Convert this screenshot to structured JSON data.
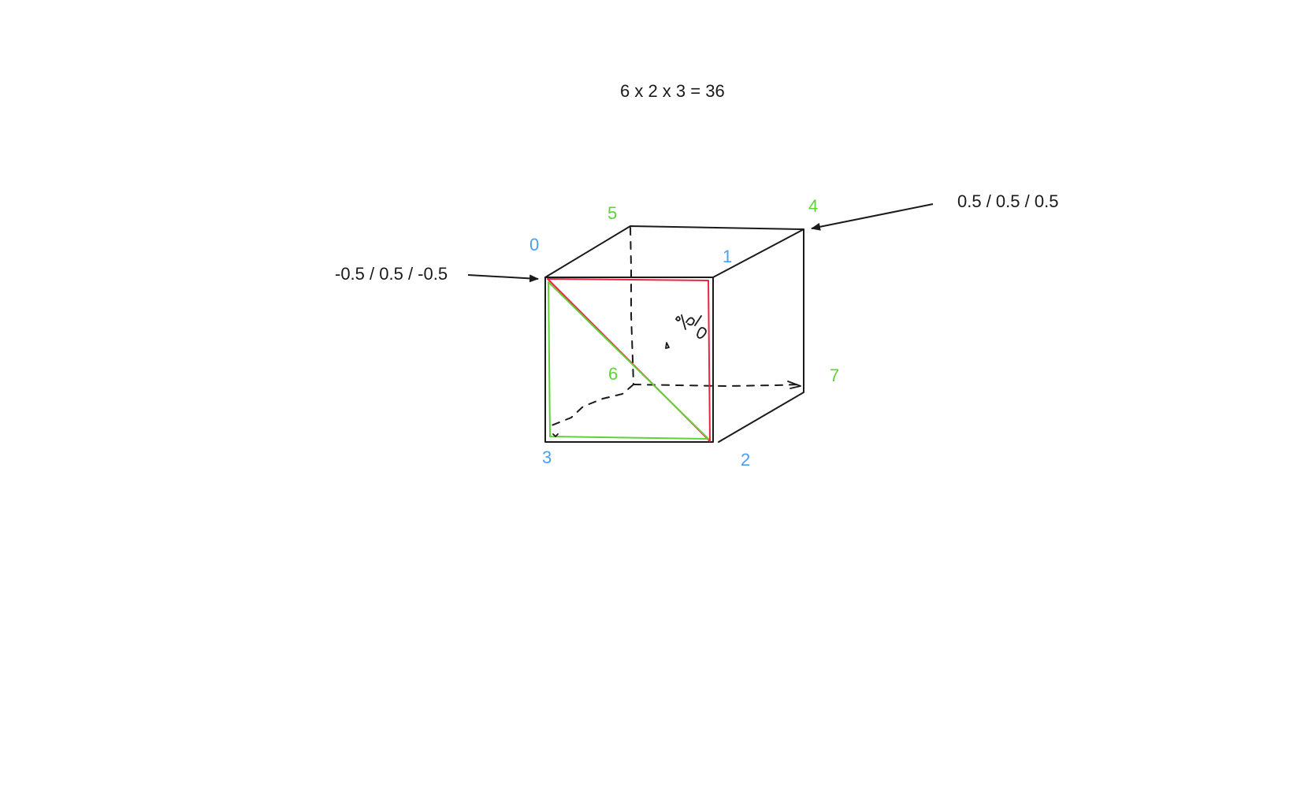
{
  "formula": "6 x 2 x 3 = 36",
  "coord_front_top_left": "-0.5 / 0.5 / -0.5",
  "coord_back_top_right": "0.5 / 0.5 / 0.5",
  "vertices": {
    "v0": "0",
    "v1": "1",
    "v2": "2",
    "v3": "3",
    "v4": "4",
    "v5": "5",
    "v6": "6",
    "v7": "7"
  },
  "colors": {
    "front_vertex_labels": "#4a9ff5",
    "back_vertex_labels": "#5fd23a",
    "triangle_upper": "#e8263f",
    "triangle_lower": "#5fd23a",
    "lines": "#1a1a1a"
  }
}
